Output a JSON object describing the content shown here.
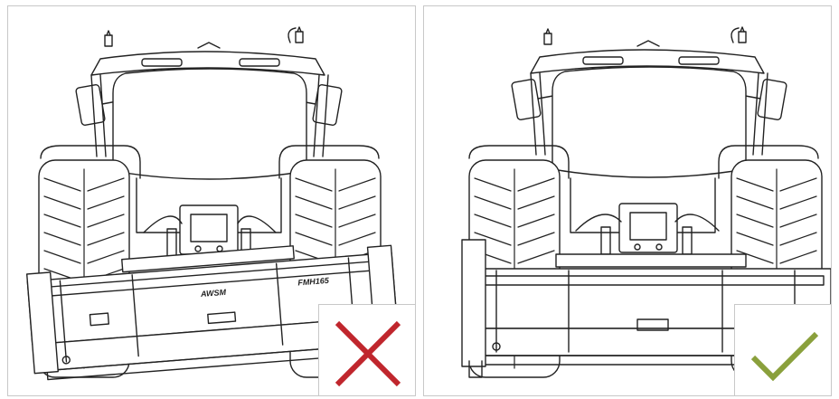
{
  "figure": {
    "panels": [
      {
        "id": "incorrect",
        "implement_tilted": true,
        "status_icon": "cross-icon",
        "status_color": "#c0262d",
        "implement_labels": [
          "AWSM",
          "FMH165"
        ]
      },
      {
        "id": "correct",
        "implement_tilted": false,
        "status_icon": "checkmark-icon",
        "status_color": "#8aa03c",
        "implement_labels": []
      }
    ],
    "line_color": "#222222",
    "frame_color": "#c8c8c8"
  }
}
